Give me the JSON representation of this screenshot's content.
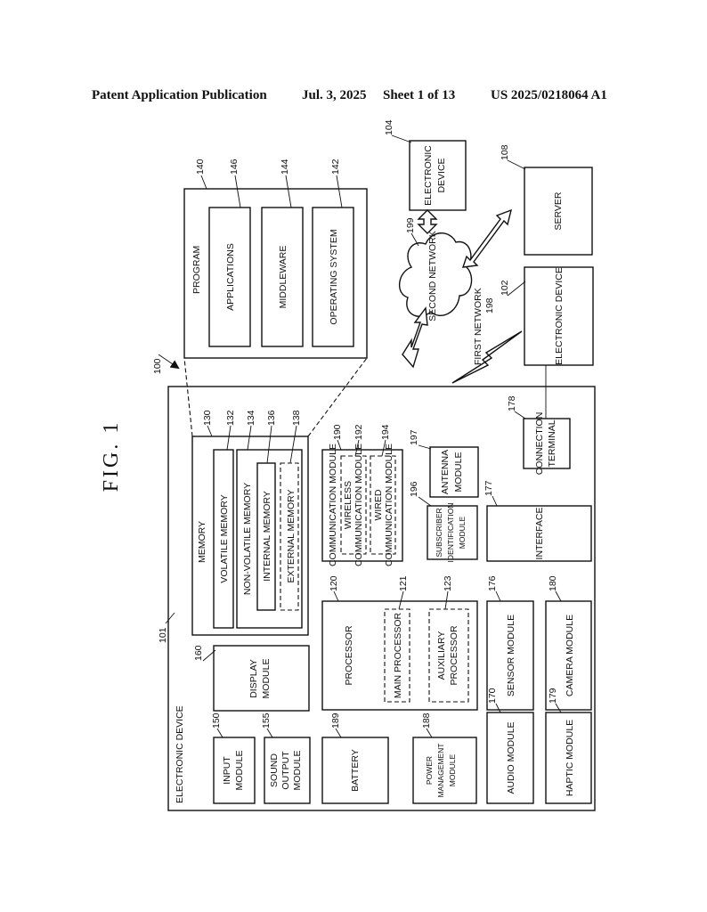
{
  "header": {
    "publication": "Patent Application Publication",
    "date": "Jul. 3, 2025",
    "sheet": "Sheet 1 of 13",
    "number": "US 2025/0218064 A1"
  },
  "figure": {
    "title": "FIG. 1",
    "refs": {
      "r100": "100",
      "r101": "101",
      "r102": "102",
      "r104": "104",
      "r108": "108",
      "r120": "120",
      "r121": "121",
      "r123": "123",
      "r130": "130",
      "r132": "132",
      "r134": "134",
      "r136": "136",
      "r138": "138",
      "r140": "140",
      "r142": "142",
      "r144": "144",
      "r146": "146",
      "r150": "150",
      "r155": "155",
      "r160": "160",
      "r170": "170",
      "r176": "176",
      "r177": "177",
      "r178": "178",
      "r179": "179",
      "r180": "180",
      "r188": "188",
      "r189": "189",
      "r190": "190",
      "r192": "192",
      "r194": "194",
      "r196": "196",
      "r197": "197",
      "r198": "198",
      "r199": "199"
    },
    "labels": {
      "electronic_device": "ELECTRONIC DEVICE",
      "program": "PROGRAM",
      "applications": "APPLICATIONS",
      "middleware": "MIDDLEWARE",
      "operating_system": "OPERATING SYSTEM",
      "memory": "MEMORY",
      "volatile_memory": "VOLATILE MEMORY",
      "non_volatile_memory": "NON-VOLATILE MEMORY",
      "internal_memory": "INTERNAL MEMORY",
      "external_memory": "EXTERNAL MEMORY",
      "communication_module": "COMMUNICATION MODULE",
      "wireless_comm_1": "WIRELESS",
      "wireless_comm_2": "COMMUNICATION MODULE",
      "wired_comm_1": "WIRED",
      "wired_comm_2": "COMMUNICATION MODULE",
      "subscriber_1": "SUBSCRIBER",
      "subscriber_2": "IDENTIFICATION",
      "subscriber_3": "MODULE",
      "antenna_1": "ANTENNA",
      "antenna_2": "MODULE",
      "interface": "INTERFACE",
      "connection_1": "CONNECTION",
      "connection_2": "TERMINAL",
      "processor": "PROCESSOR",
      "main_processor": "MAIN PROCESSOR",
      "auxiliary_1": "AUXILIARY",
      "auxiliary_2": "PROCESSOR",
      "sensor_module": "SENSOR MODULE",
      "camera_module": "CAMERA MODULE",
      "display_1": "DISPLAY",
      "display_2": "MODULE",
      "input_1": "INPUT",
      "input_2": "MODULE",
      "sound_1": "SOUND",
      "sound_2": "OUTPUT",
      "sound_3": "MODULE",
      "battery": "BATTERY",
      "power_1": "POWER",
      "power_2": "MANAGEMENT",
      "power_3": "MODULE",
      "audio_module": "AUDIO MODULE",
      "haptic_module": "HAPTIC MODULE",
      "second_network": "SECOND NETWORK",
      "first_network": "FIRST NETWORK",
      "ext_device_104_1": "ELECTRONIC",
      "ext_device_104_2": "DEVICE",
      "server": "SERVER",
      "electronic_device_102": "ELECTRONIC DEVICE"
    }
  }
}
